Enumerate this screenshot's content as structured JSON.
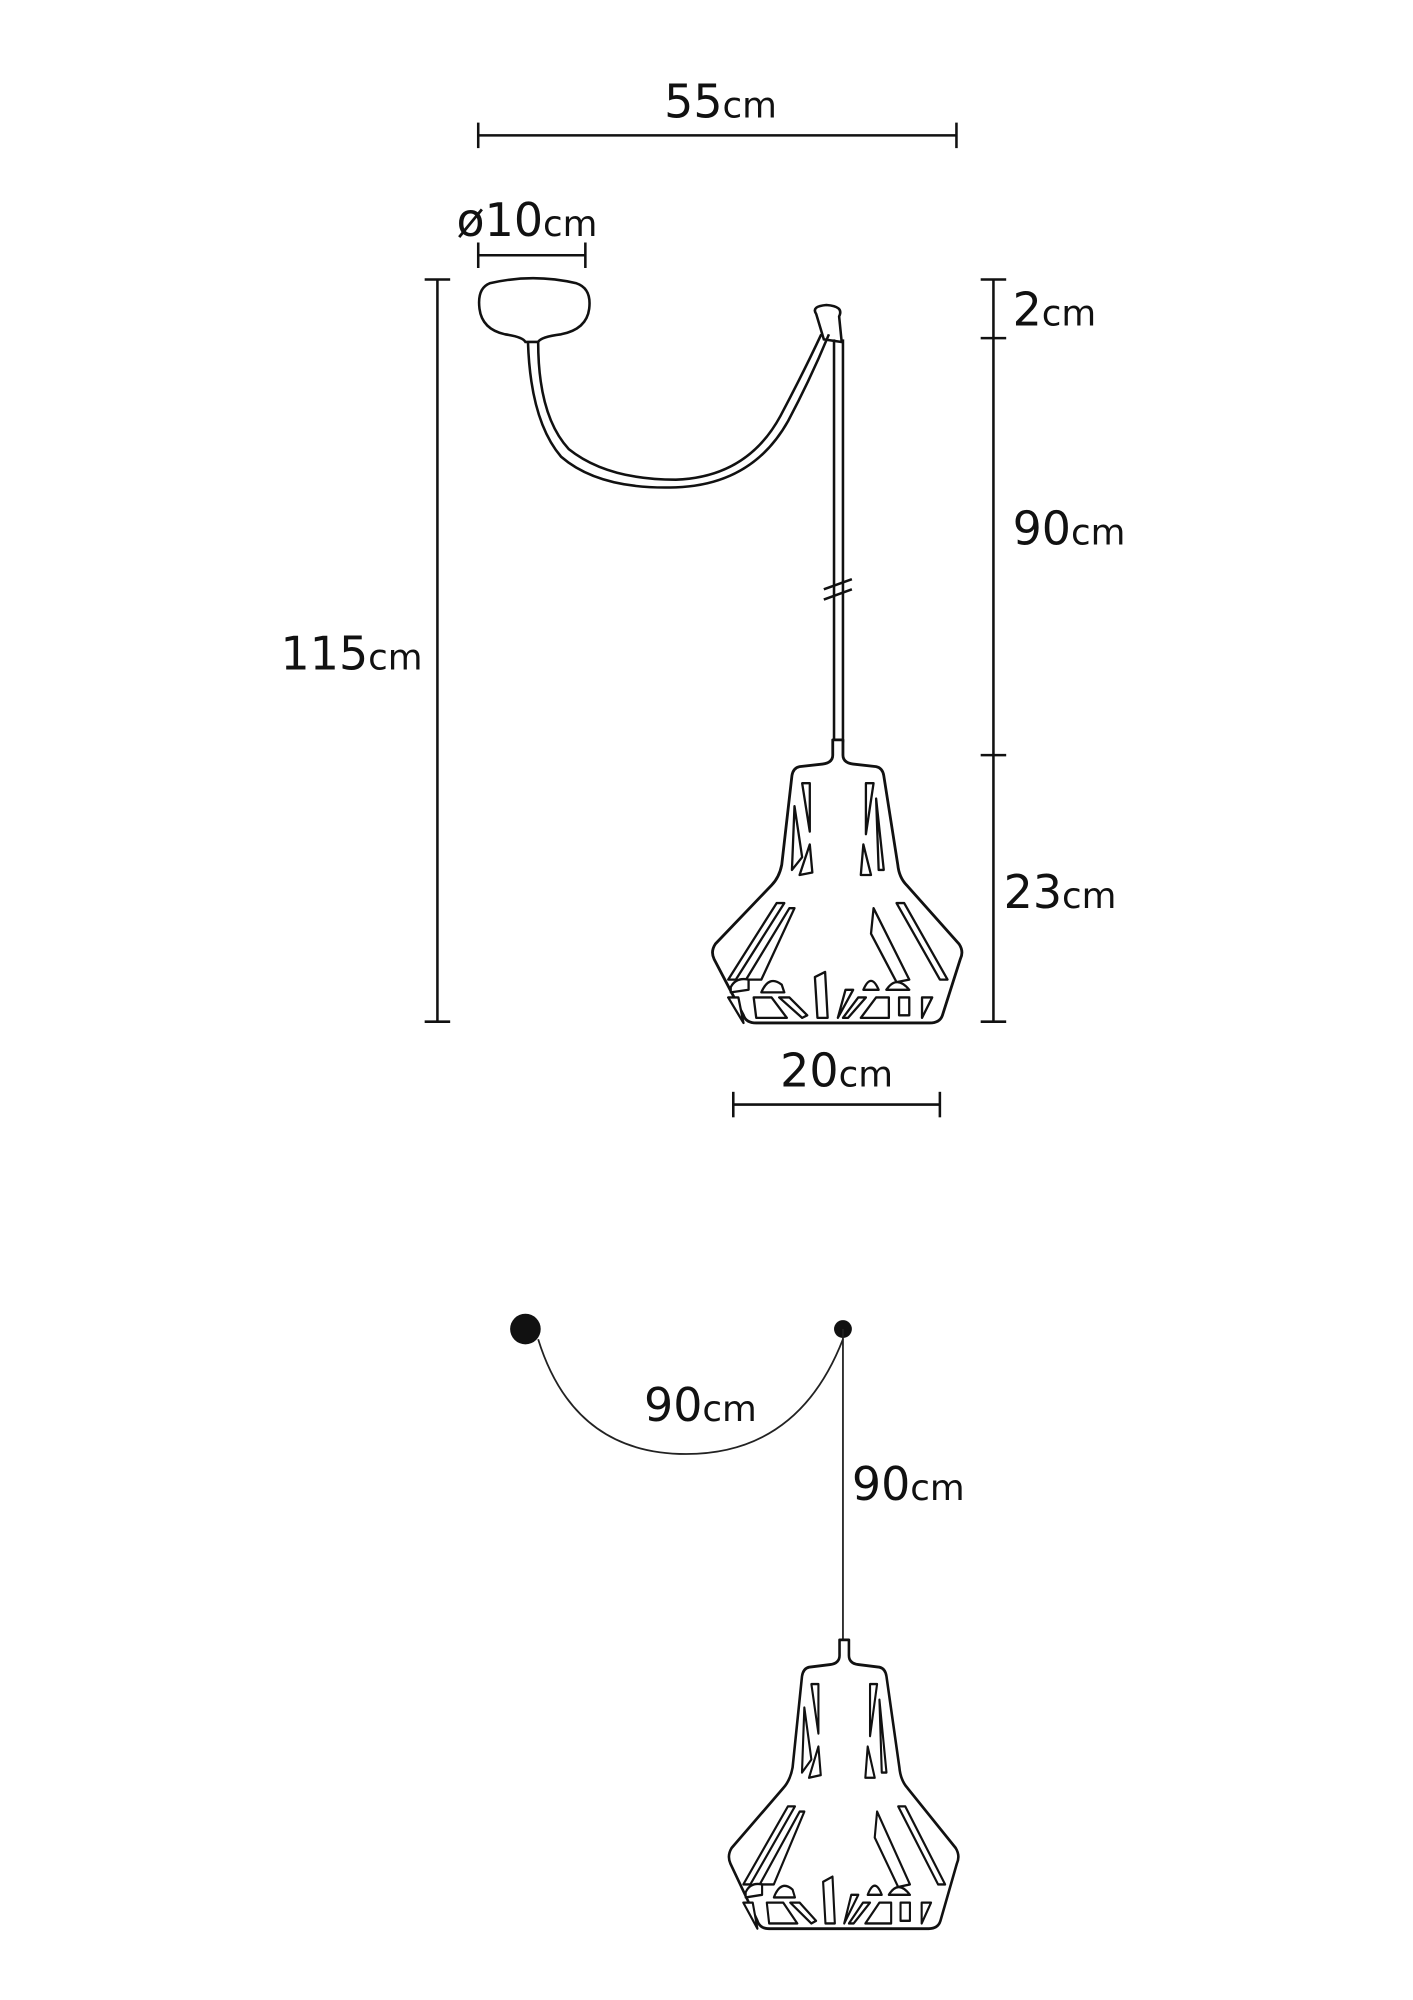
{
  "dimensions": {
    "total_width": {
      "value": "55",
      "unit": "cm"
    },
    "canopy_diameter": {
      "value": "ø10",
      "unit": "cm"
    },
    "total_height": {
      "value": "115",
      "unit": "cm"
    },
    "canopy_height": {
      "value": "2",
      "unit": "cm"
    },
    "cable_drop": {
      "value": "90",
      "unit": "cm"
    },
    "shade_height": {
      "value": "23",
      "unit": "cm"
    },
    "shade_width": {
      "value": "20",
      "unit": "cm"
    }
  },
  "cable_diagram": {
    "arc_length": {
      "value": "90",
      "unit": "cm"
    },
    "drop_length": {
      "value": "90",
      "unit": "cm"
    }
  },
  "colors": {
    "line": "#111111",
    "background": "#ffffff"
  }
}
